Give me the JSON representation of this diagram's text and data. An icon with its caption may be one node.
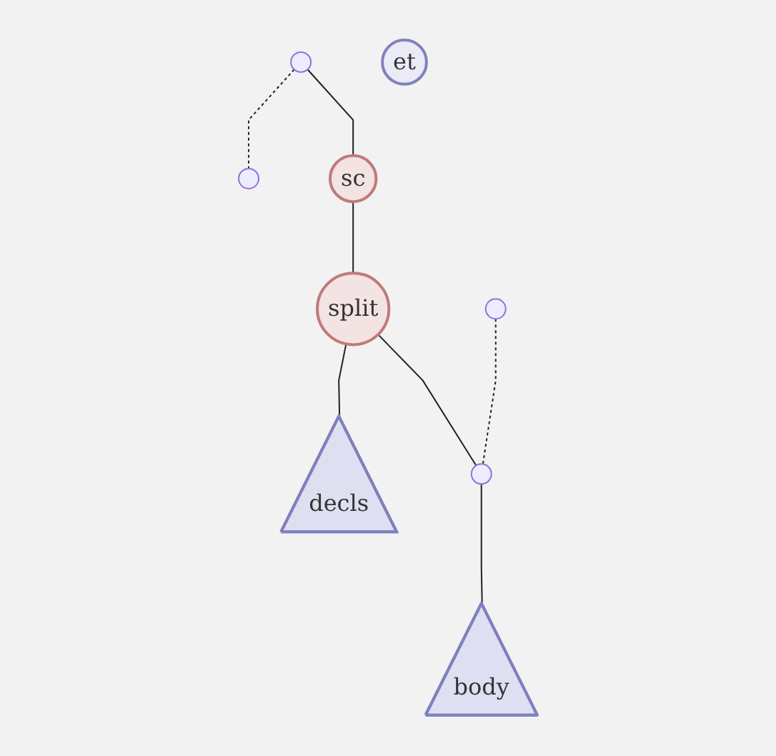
{
  "diagram": {
    "nodes": [
      {
        "text": [],
        "shape": "circle"
      },
      {
        "text": [
          "et"
        ]
      },
      {
        "text": [],
        "shape": "circle"
      },
      {
        "text": [],
        "shape": "circle"
      },
      {
        "text": [
          "sc"
        ]
      },
      {
        "text": [
          "split"
        ]
      },
      {
        "text": [
          "decls"
        ]
      },
      {
        "text": [],
        "shape": "circle"
      },
      {
        "text": [
          "body"
        ]
      }
    ],
    "edges": [
      {
        "from": 0,
        "to": 4,
        "arrow": "none"
      },
      {
        "from": 4,
        "to": 5,
        "arrow": "none"
      },
      {
        "from": 5,
        "to": 6,
        "arrow": "none"
      },
      {
        "from": 5,
        "to": 7,
        "arrow": "none"
      },
      {
        "from": 7,
        "to": 8,
        "arrow": "none"
      },
      {
        "from": 0,
        "to": 2,
        "arrow": "none",
        "style": "dashed"
      },
      {
        "from": 3,
        "to": 7,
        "arrow": "none",
        "style": "dashed"
      }
    ]
  }
}
